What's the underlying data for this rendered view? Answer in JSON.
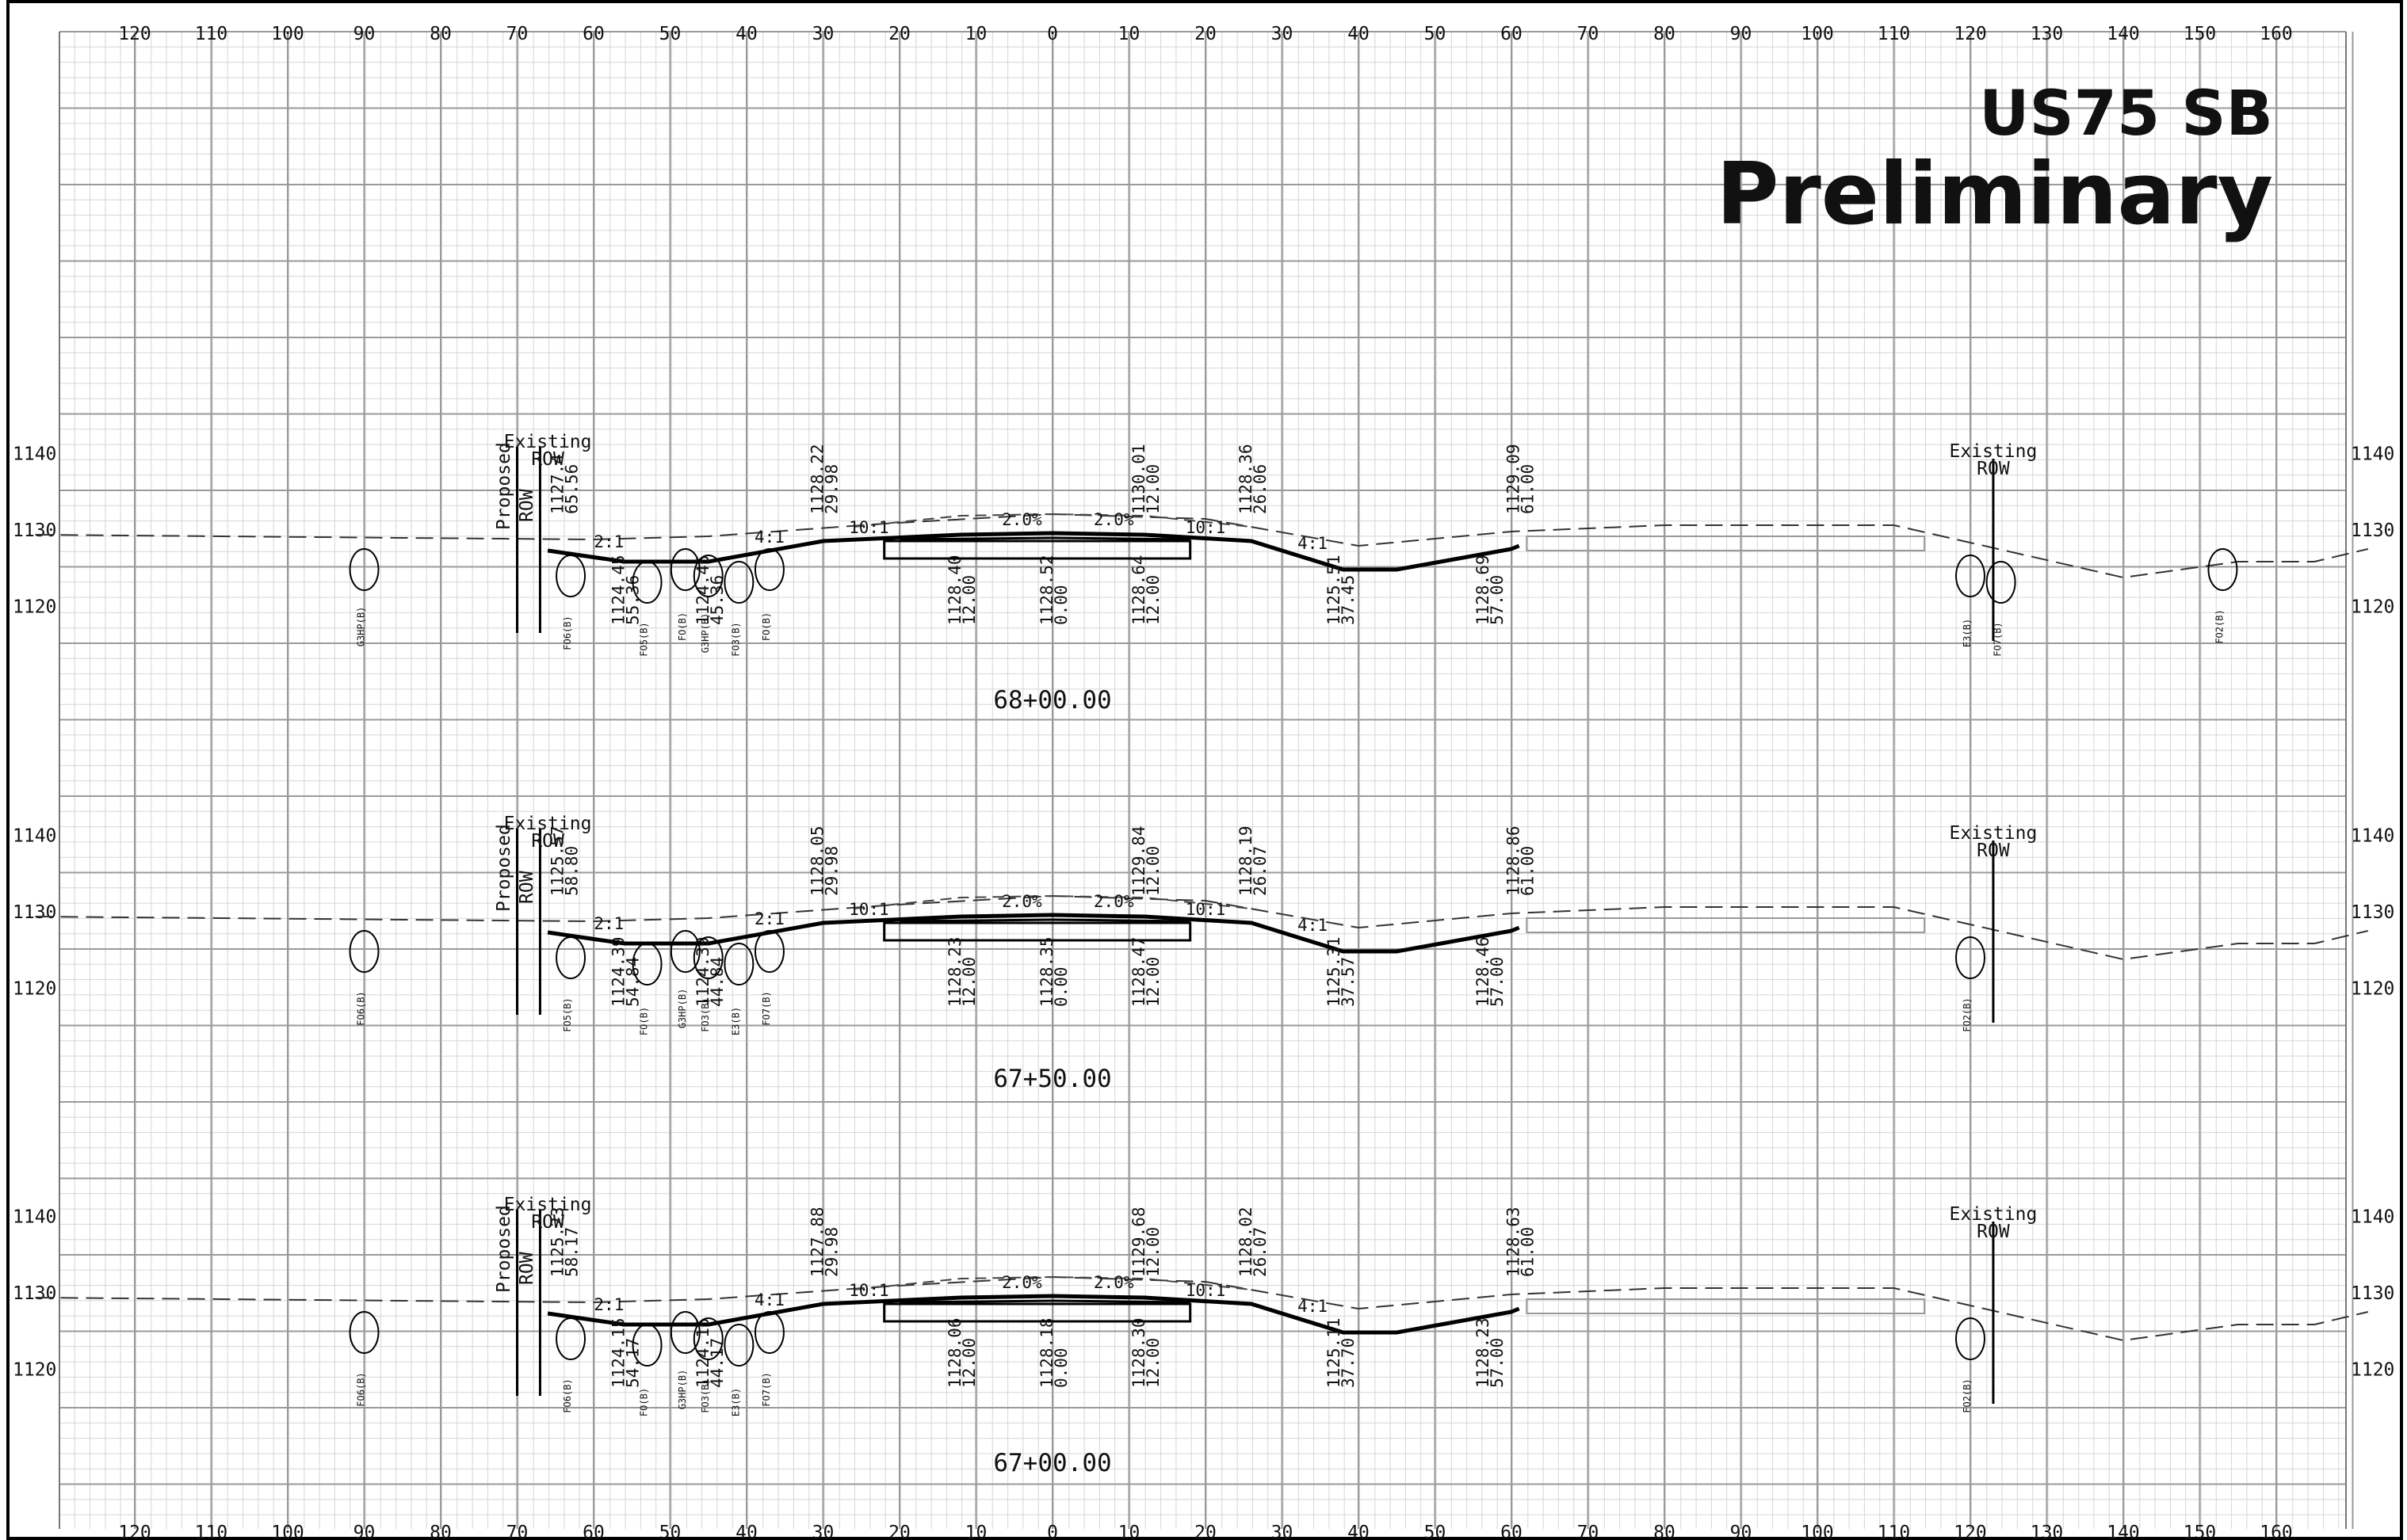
{
  "title": {
    "line1": "US75 SB",
    "line2": "Preliminary"
  },
  "offsets_top": [
    "120",
    "110",
    "100",
    "90",
    "80",
    "70",
    "60",
    "50",
    "40",
    "30",
    "20",
    "10",
    "0",
    "10",
    "20",
    "30",
    "40",
    "50",
    "60",
    "70",
    "80",
    "90",
    "100",
    "110",
    "120",
    "130",
    "140",
    "150",
    "160"
  ],
  "offsets_bottom": [
    "120",
    "110",
    "100",
    "90",
    "80",
    "70",
    "60",
    "50",
    "40",
    "30",
    "20",
    "10",
    "0",
    "10",
    "20",
    "30",
    "40",
    "50",
    "60",
    "70",
    "80",
    "90",
    "100",
    "110",
    "120",
    "130",
    "140",
    "150",
    "160"
  ],
  "existing_row_label": [
    "Existing",
    "ROW"
  ],
  "proposed_row_label": [
    "Proposed",
    "ROW"
  ],
  "sections": [
    {
      "station": "68+00.00",
      "elevations": [
        "1140",
        "1130",
        "1120"
      ],
      "slopes": [
        "10:1",
        "2.0%",
        "2.0%",
        "10:1",
        "4:1",
        "2:1",
        "4:1"
      ],
      "dims": [
        {
          "elev": "1127.4",
          "off": "65.56"
        },
        {
          "elev": "1124.45",
          "off": "55.36"
        },
        {
          "elev": "1124.45",
          "off": "45.36"
        },
        {
          "elev": "1128.22",
          "off": "29.98"
        },
        {
          "elev": "1128.40",
          "off": "12.00"
        },
        {
          "elev": "1128.52",
          "off": "0.00"
        },
        {
          "elev": "1128.64",
          "off": "12.00"
        },
        {
          "elev": "1130.01",
          "off": "12.00"
        },
        {
          "elev": "1128.36",
          "off": "26.06"
        },
        {
          "elev": "1125.51",
          "off": "37.45"
        },
        {
          "elev": "1128.69",
          "off": "57.00"
        },
        {
          "elev": "1129.09",
          "off": "61.00"
        }
      ],
      "boring_labels": [
        "G3HP(B)",
        "FO6(B)",
        "FO5(B)",
        "FO(B)",
        "G3HP(B)",
        "FO3(B)",
        "FO(B)",
        "E3(B)",
        "FO7(B)",
        "FO2(B)"
      ]
    },
    {
      "station": "67+50.00",
      "elevations": [
        "1140",
        "1130",
        "1120"
      ],
      "slopes": [
        "10:1",
        "2.0%",
        "2.0%",
        "10:1",
        "4:1",
        "2:1",
        "2:1"
      ],
      "dims": [
        {
          "elev": "1125.57",
          "off": "58.80"
        },
        {
          "elev": "1124.39",
          "off": "54.84"
        },
        {
          "elev": "1124.39",
          "off": "44.84"
        },
        {
          "elev": "1128.05",
          "off": "29.98"
        },
        {
          "elev": "1128.23",
          "off": "12.00"
        },
        {
          "elev": "1128.35",
          "off": "0.00"
        },
        {
          "elev": "1128.47",
          "off": "12.00"
        },
        {
          "elev": "1129.84",
          "off": "12.00"
        },
        {
          "elev": "1128.19",
          "off": "26.07"
        },
        {
          "elev": "1125.31",
          "off": "37.57"
        },
        {
          "elev": "1128.46",
          "off": "57.00"
        },
        {
          "elev": "1128.86",
          "off": "61.00"
        }
      ],
      "boring_labels": [
        "FO6(B)",
        "FO5(B)",
        "FO(B)",
        "G3HP(B)",
        "FO3(B)",
        "E3(B)",
        "FO7(B)",
        "FO2(B)"
      ]
    },
    {
      "station": "67+00.00",
      "elevations": [
        "1140",
        "1130",
        "1120"
      ],
      "slopes": [
        "10:1",
        "2.0%",
        "2.0%",
        "10:1",
        "4:1",
        "2:1",
        "4:1"
      ],
      "dims": [
        {
          "elev": "1125.23",
          "off": "58.17"
        },
        {
          "elev": "1124.15",
          "off": "54.17"
        },
        {
          "elev": "1124.15",
          "off": "44.17"
        },
        {
          "elev": "1127.88",
          "off": "29.98"
        },
        {
          "elev": "1128.06",
          "off": "12.00"
        },
        {
          "elev": "1128.18",
          "off": "0.00"
        },
        {
          "elev": "1128.30",
          "off": "12.00"
        },
        {
          "elev": "1129.68",
          "off": "12.00"
        },
        {
          "elev": "1128.02",
          "off": "26.07"
        },
        {
          "elev": "1125.11",
          "off": "37.70"
        },
        {
          "elev": "1128.23",
          "off": "57.00"
        },
        {
          "elev": "1128.63",
          "off": "61.00"
        }
      ],
      "boring_labels": [
        "FO6(B)",
        "FO6(B)",
        "FO(B)",
        "G3HP(B)",
        "FO3(B)",
        "E3(B)",
        "FO7(B)",
        "FO2(B)"
      ]
    }
  ]
}
